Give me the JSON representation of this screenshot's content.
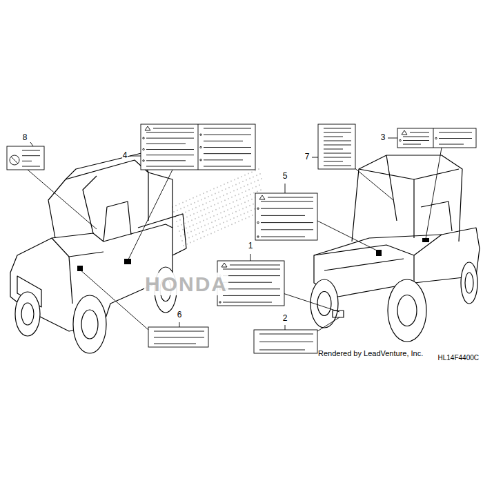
{
  "diagram": {
    "labels": [
      "8",
      "4",
      "7",
      "3",
      "5",
      "1",
      "6",
      "2",
      "Rendered by LeadVenture, Inc.",
      "HL14F4400C",
      "HONDA"
    ]
  }
}
